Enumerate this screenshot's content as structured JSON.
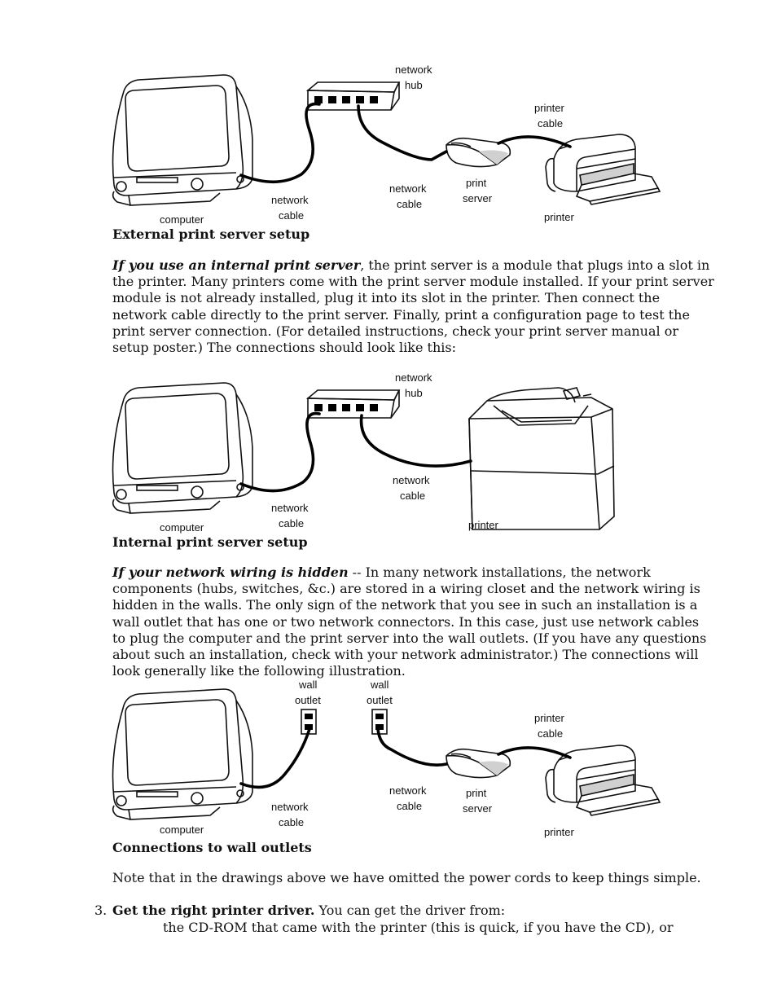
{
  "figures": [
    {
      "labels": {
        "network_hub": [
          "network",
          "hub"
        ],
        "printer_cable": [
          "printer",
          "cable"
        ],
        "network_cable_left": [
          "network",
          "cable"
        ],
        "network_cable_mid": [
          "network",
          "cable"
        ],
        "print_server": [
          "print",
          "server"
        ],
        "computer": "computer",
        "printer": "printer"
      },
      "caption": "External print server setup"
    },
    {
      "labels": {
        "network_hub": [
          "network",
          "hub"
        ],
        "network_cable_left": [
          "network",
          "cable"
        ],
        "network_cable_right": [
          "network",
          "cable"
        ],
        "computer": "computer",
        "printer": "printer"
      },
      "caption": "Internal print server setup"
    },
    {
      "labels": {
        "wall_outlet_left": [
          "wall",
          "outlet"
        ],
        "wall_outlet_right": [
          "wall",
          "outlet"
        ],
        "printer_cable": [
          "printer",
          "cable"
        ],
        "network_cable_left": [
          "network",
          "cable"
        ],
        "network_cable_mid": [
          "network",
          "cable"
        ],
        "print_server": [
          "print",
          "server"
        ],
        "computer": "computer",
        "printer": "printer"
      },
      "caption": "Connections to wall outlets"
    }
  ],
  "paragraphs": {
    "internal": {
      "lead": "If you use an internal print server",
      "body": ", the print server is a module that plugs into a slot in the printer. Many printers come with the print server module installed. If your print server module is not already installed, plug it into its slot in the printer. Then connect the network cable directly to the print server. Finally, print a configuration page to test the print server connection. (For detailed instructions, check your print server manual or setup poster.) The connections should look like this:"
    },
    "hidden": {
      "lead": "If your network wiring is hidden",
      "body": " -- In many network installations, the network components (hubs, switches, &c.) are stored in a wiring closet and the network wiring is hidden in the walls. The only sign of the network that you see in such an installation is a wall outlet that has one or two network connectors. In this case, just use network cables to plug the computer and the print server into the wall outlets. (If you have any questions about such an installation, check with your network administrator.) The connections will look generally like the following illustration."
    },
    "note": "Note that in the drawings above we have omitted the power cords to keep things simple."
  },
  "step3": {
    "number": "3.",
    "heading": "Get the right printer driver.",
    "text": " You can get the driver from:",
    "option1": "the CD-ROM that came with the printer (this is quick, if you have the CD), or"
  }
}
